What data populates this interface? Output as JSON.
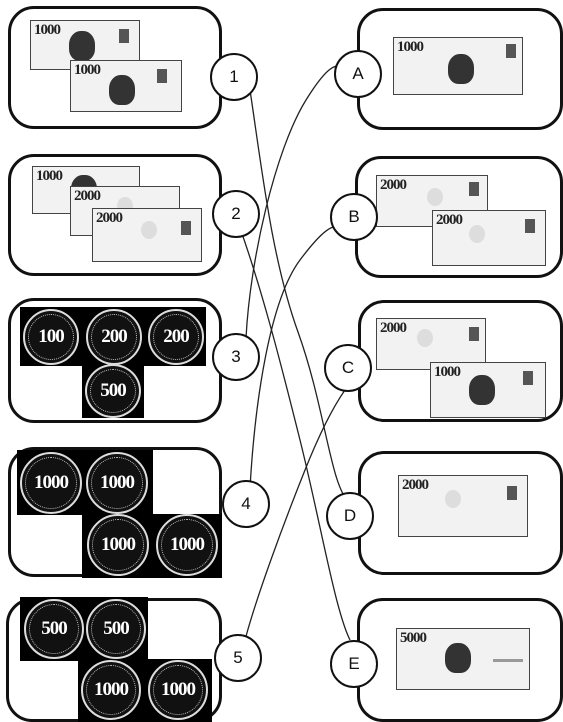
{
  "left_items": [
    {
      "number": "1",
      "notes": [
        "1000",
        "1000"
      ]
    },
    {
      "number": "2",
      "notes": [
        "1000",
        "2000",
        "2000"
      ]
    },
    {
      "number": "3",
      "coins": [
        "100",
        "200",
        "200",
        "500"
      ]
    },
    {
      "number": "4",
      "coins": [
        "1000",
        "1000",
        "1000",
        "1000"
      ]
    },
    {
      "number": "5",
      "coins": [
        "500",
        "500",
        "1000",
        "1000"
      ]
    }
  ],
  "right_items": [
    {
      "letter": "A",
      "notes": [
        "1000"
      ]
    },
    {
      "letter": "B",
      "notes": [
        "2000",
        "2000"
      ]
    },
    {
      "letter": "C",
      "notes": [
        "2000",
        "1000"
      ]
    },
    {
      "letter": "D",
      "notes": [
        "2000"
      ]
    },
    {
      "letter": "E",
      "notes": [
        "5000"
      ]
    }
  ],
  "matches": [
    {
      "from": "1",
      "to": "D"
    },
    {
      "from": "2",
      "to": "E"
    },
    {
      "from": "3",
      "to": "A"
    },
    {
      "from": "4",
      "to": "B"
    },
    {
      "from": "5",
      "to": "C"
    }
  ]
}
